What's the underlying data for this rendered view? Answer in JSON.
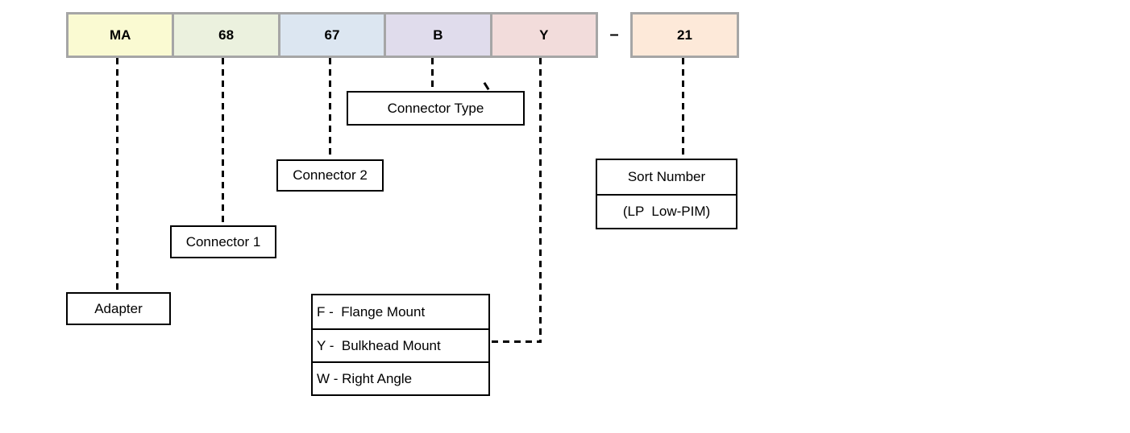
{
  "part_number": {
    "segments": [
      {
        "code": "MA",
        "fill": "#fafad2"
      },
      {
        "code": "68",
        "fill": "#ebf1de"
      },
      {
        "code": "67",
        "fill": "#dce6f1"
      },
      {
        "code": "B",
        "fill": "#e0dcec"
      },
      {
        "code": "Y",
        "fill": "#f2dcdb"
      }
    ],
    "separator": "–",
    "suffix": {
      "code": "21",
      "fill": "#fde9d9"
    }
  },
  "labels": {
    "adapter": "Adapter",
    "connector_1": "Connector 1",
    "connector_2": "Connector 2",
    "connector_type": "Connector Type",
    "sort_number": "Sort Number",
    "sort_number_note": "(LP  Low-PIM)"
  },
  "mount_options": [
    "F -  Flange Mount",
    "Y -  Bulkhead Mount",
    "W - Right Angle"
  ],
  "colors": {
    "segment_border": "#a6a6a6",
    "label_border": "#000000",
    "leader_line": "#000000",
    "background": "#ffffff"
  }
}
